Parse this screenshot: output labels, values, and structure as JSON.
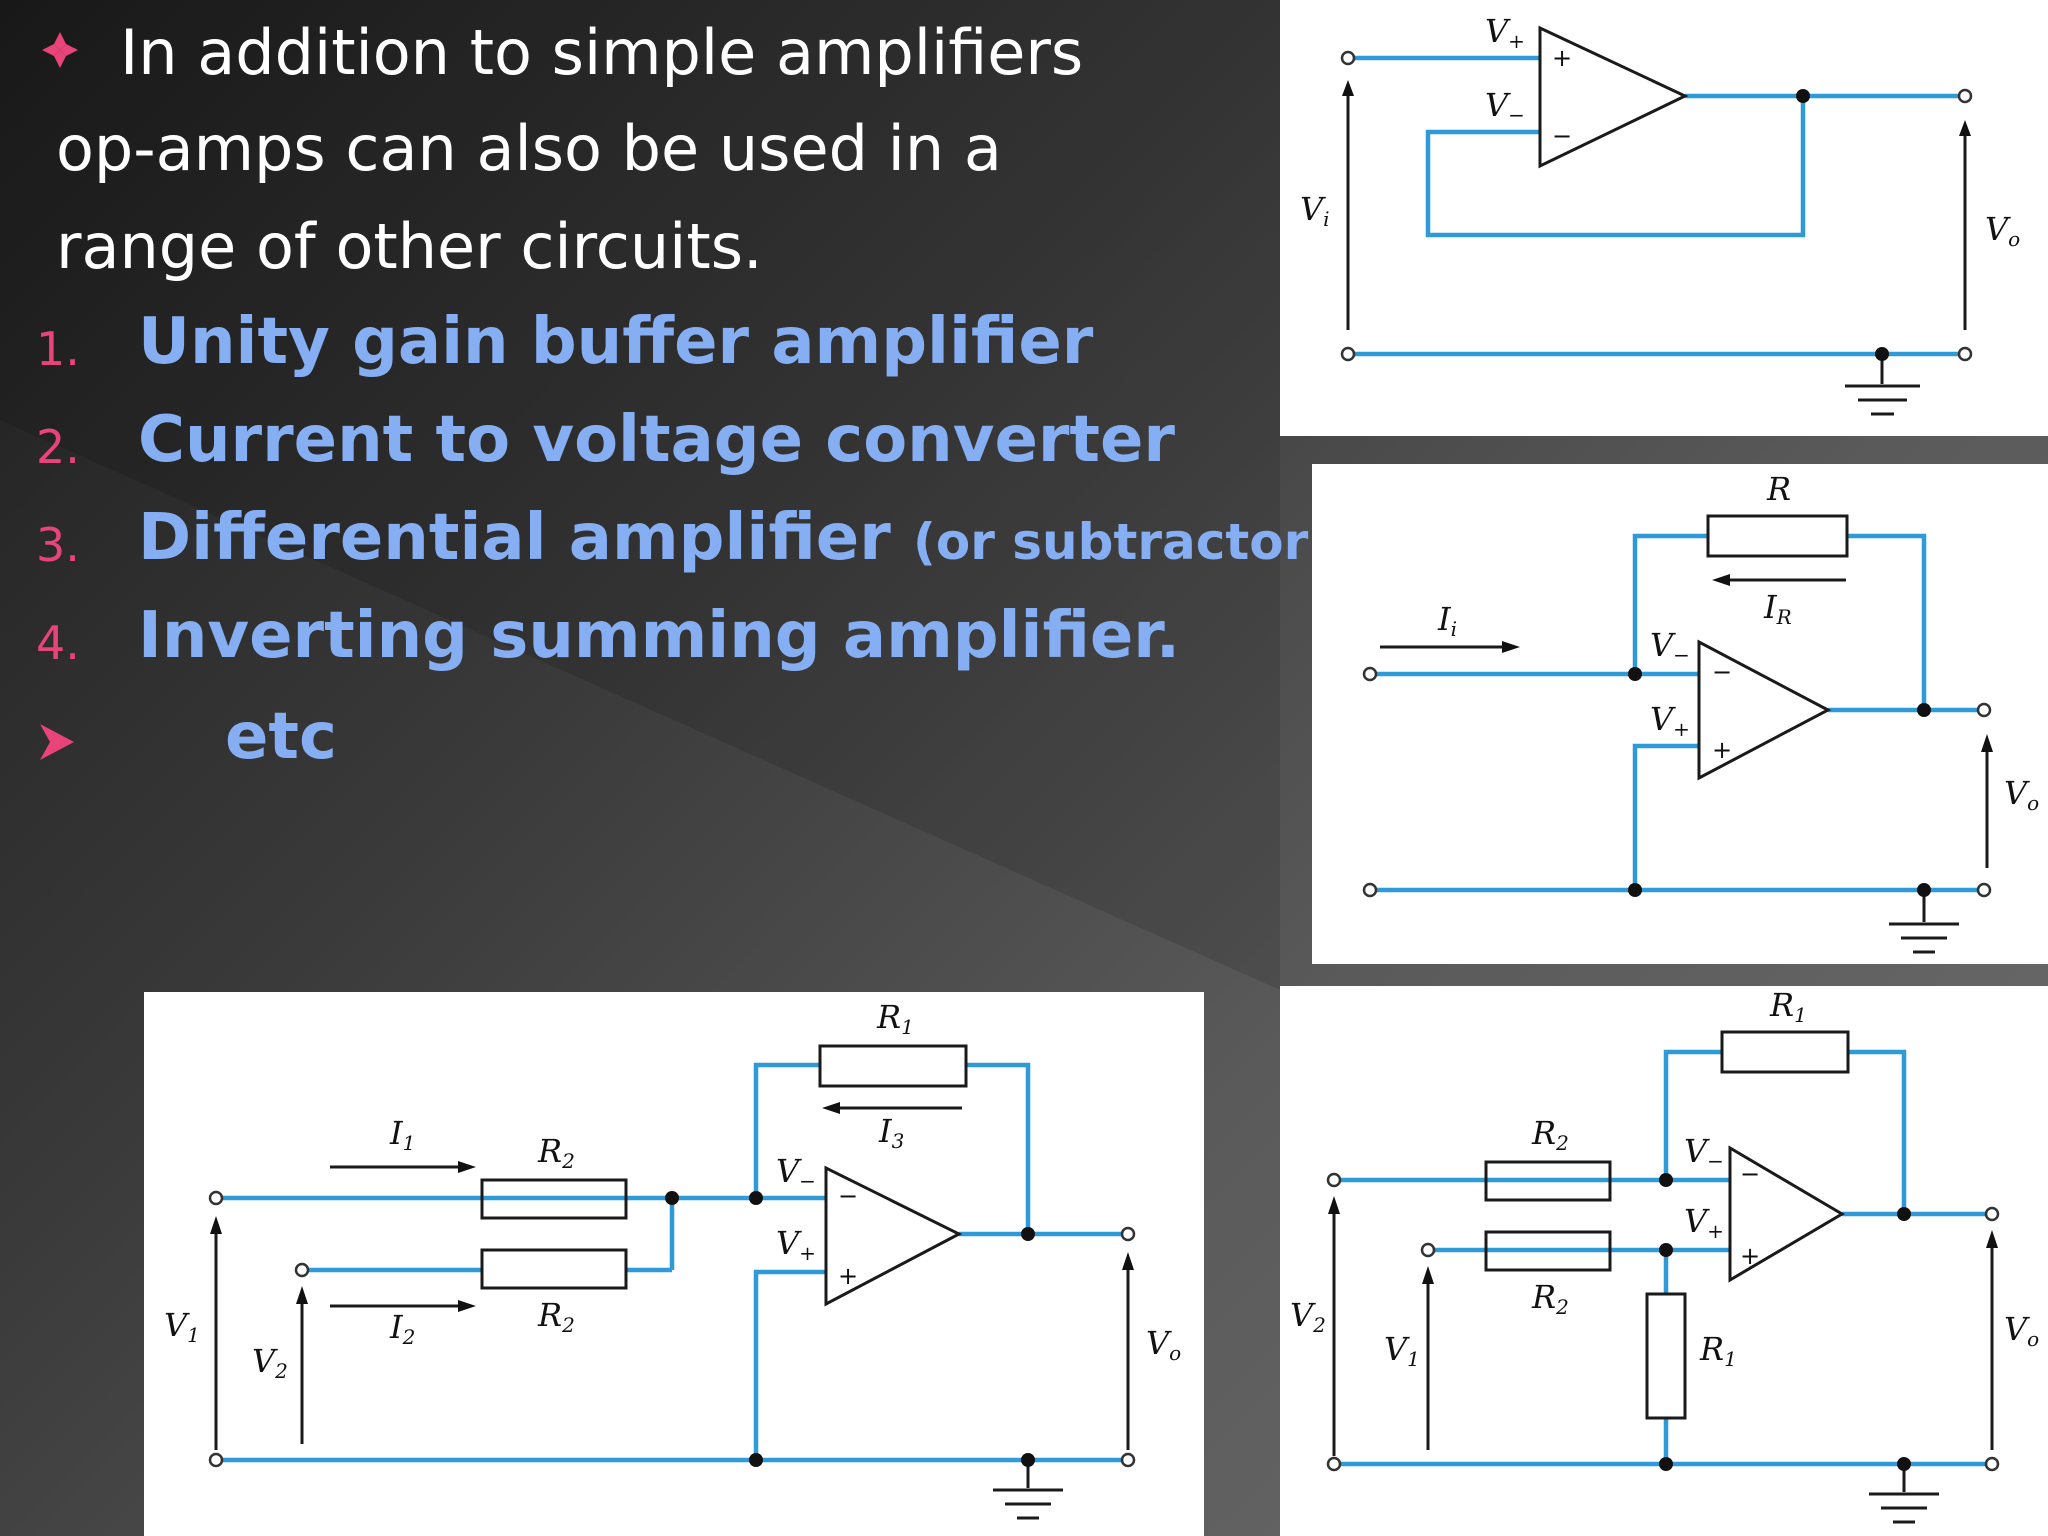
{
  "intro": {
    "bullet_icon": "diamond-bullet-icon",
    "lines": [
      "In addition to simple amplifiers",
      "op-amps can also be used in a",
      "range of other circuits."
    ]
  },
  "list": {
    "items": [
      {
        "number": "1.",
        "text": "Unity gain buffer amplifier",
        "note": ""
      },
      {
        "number": "2.",
        "text": "Current to voltage converter",
        "note": ""
      },
      {
        "number": "3.",
        "text": "Differential amplifier",
        "note": "(or subtractor)"
      },
      {
        "number": "4.",
        "text": "Inverting summing amplifier.",
        "note": ""
      }
    ],
    "etc": {
      "icon": "arrow-bullet-icon",
      "text": "etc"
    }
  },
  "colors": {
    "wire": "#2e9ad8",
    "item_text": "#86aef2",
    "number": "#e8447a",
    "bullet": "#e8447a"
  },
  "circuits": {
    "buffer": {
      "vplus": "V",
      "vplus_sub": "+",
      "vminus": "V",
      "vminus_sub": "−",
      "vi": "V",
      "vi_sub": "i",
      "vo": "V",
      "vo_sub": "o"
    },
    "converter": {
      "r": "R",
      "ir": "I",
      "ir_sub": "R",
      "ii": "I",
      "ii_sub": "i",
      "vminus": "V",
      "vminus_sub": "−",
      "vplus": "V",
      "vplus_sub": "+",
      "vo": "V",
      "vo_sub": "o"
    },
    "summing": {
      "r1": "R",
      "r1_sub": "1",
      "i1": "I",
      "i1_sub": "1",
      "i2": "I",
      "i2_sub": "2",
      "i3": "I",
      "i3_sub": "3",
      "r2a": "R",
      "r2a_sub": "2",
      "r2b": "R",
      "r2b_sub": "2",
      "vminus": "V",
      "vminus_sub": "−",
      "vplus": "V",
      "vplus_sub": "+",
      "v1": "V",
      "v1_sub": "1",
      "v2": "V",
      "v2_sub": "2",
      "vo": "V",
      "vo_sub": "o"
    },
    "differential": {
      "r1a": "R",
      "r1a_sub": "1",
      "r1b": "R",
      "r1b_sub": "1",
      "r2a": "R",
      "r2a_sub": "2",
      "r2b": "R",
      "r2b_sub": "2",
      "vminus": "V",
      "vminus_sub": "−",
      "vplus": "V",
      "vplus_sub": "+",
      "v1": "V",
      "v1_sub": "1",
      "v2": "V",
      "v2_sub": "2",
      "vo": "V",
      "vo_sub": "o"
    }
  }
}
